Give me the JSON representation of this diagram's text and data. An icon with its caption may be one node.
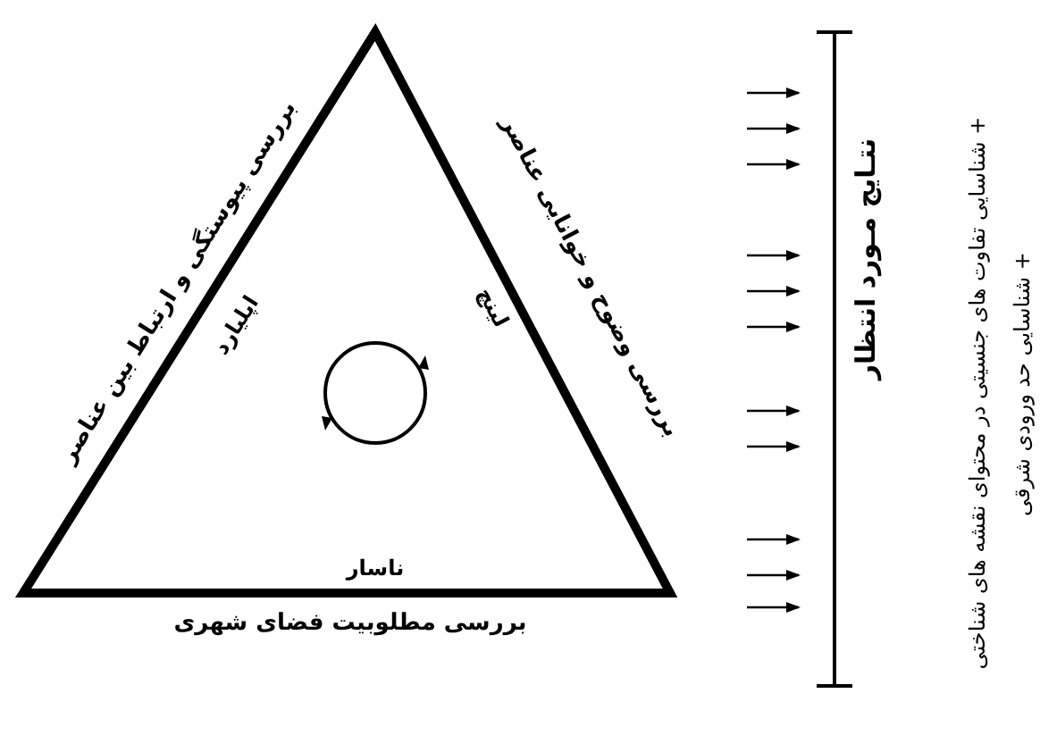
{
  "diagram": {
    "nodes": [
      {
        "text": [
          "بررسی پیوستگی و ارتباط بین عناصر",
          "اپلیارد",
          "بررسی وضوح و خوانایی عناصر",
          "لینچ",
          "ناسار",
          "بررسی مطلوبیت فضای شهری"
        ]
      },
      {
        "text": [
          "نتـایج مـورد انتظار"
        ]
      }
    ],
    "edges": [
      {
        "from": null,
        "to": 1,
        "arrow": "to"
      },
      {
        "from": null,
        "to": 1,
        "arrow": "to"
      },
      {
        "from": null,
        "to": 1,
        "arrow": "to"
      },
      {
        "from": null,
        "to": 1,
        "arrow": "to"
      },
      {
        "from": null,
        "to": 1,
        "arrow": "to"
      },
      {
        "from": null,
        "to": 1,
        "arrow": "to"
      },
      {
        "from": null,
        "to": 1,
        "arrow": "to"
      },
      {
        "from": null,
        "to": 1,
        "arrow": "to"
      },
      {
        "from": null,
        "to": 1,
        "arrow": "to"
      },
      {
        "from": null,
        "to": 1,
        "arrow": "to"
      },
      {
        "from": null,
        "to": 1,
        "arrow": "to"
      }
    ],
    "labels": [
      "+ شناسایی تفاوت های جنسیتی در محتوای نقشه های شناختی",
      "+ شناسایی حد ورودی شرقی"
    ]
  }
}
